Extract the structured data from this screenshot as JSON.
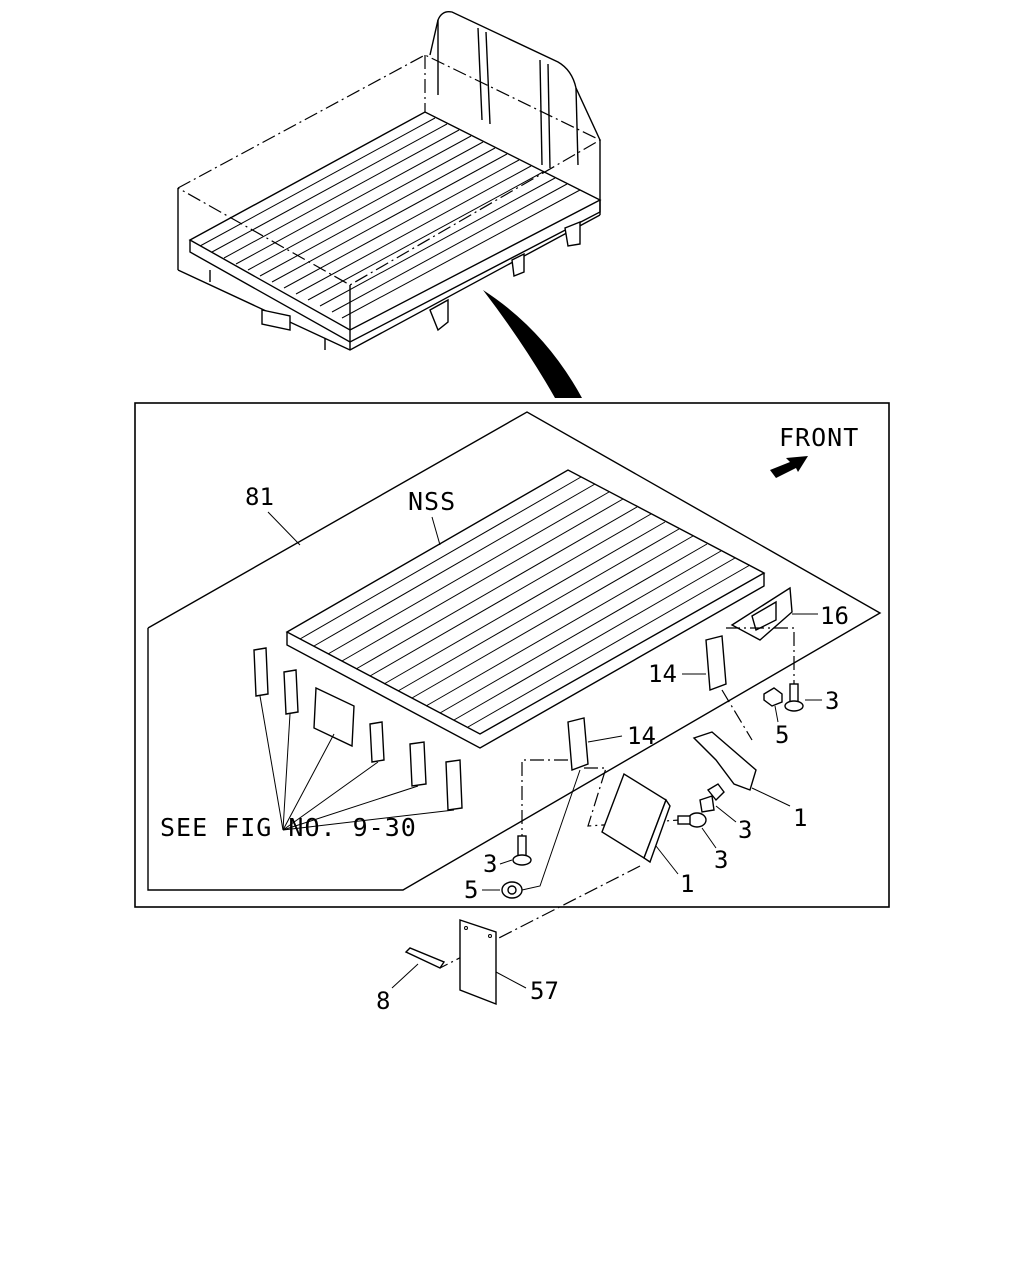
{
  "diagram": {
    "front_label": "FRONT",
    "nss_label": "NSS",
    "see_fig_label": "SEE FIG NO. 9-30",
    "callouts": {
      "c81": "81",
      "c16": "16",
      "c14a": "14",
      "c14b": "14",
      "c3a": "3",
      "c3b": "3",
      "c3c": "3",
      "c3d": "3",
      "c5a": "5",
      "c5b": "5",
      "c1a": "1",
      "c1b": "1",
      "c8": "8",
      "c57": "57"
    },
    "icons": [
      "front-arrow-icon",
      "curved-pointer-arrow"
    ]
  }
}
